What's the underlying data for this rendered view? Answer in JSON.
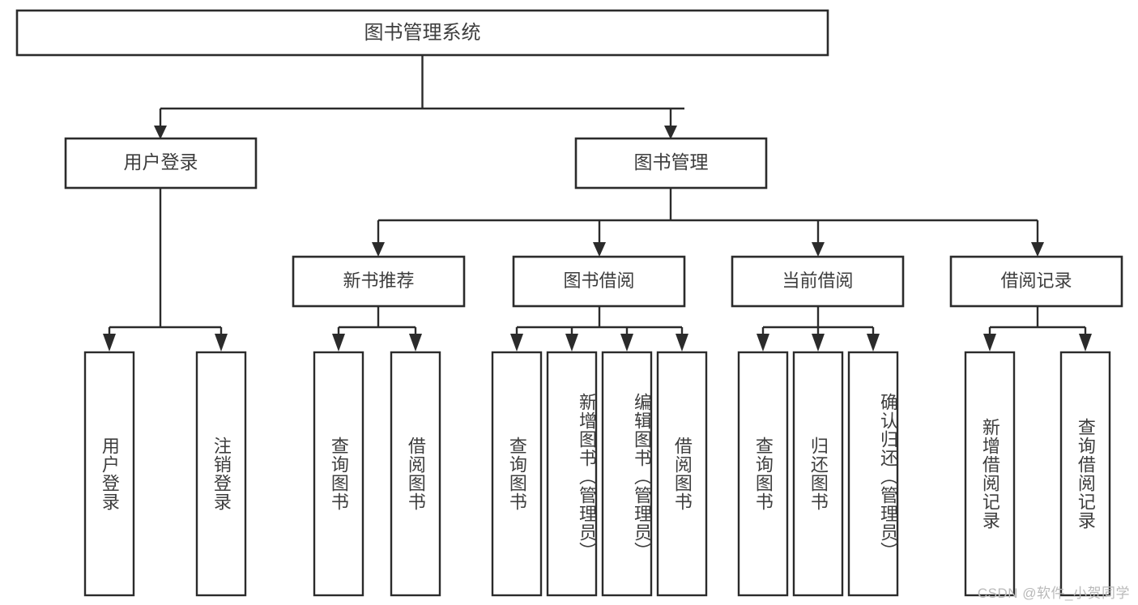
{
  "diagram": {
    "title": "图书管理系统",
    "type": "tree",
    "watermark": "CSDN @软件_小贺同学",
    "colors": {
      "box_stroke": "#2b2b2b",
      "box_fill": "#ffffff",
      "text": "#3d3d3d",
      "connector": "#2b2b2b",
      "watermark": "#b9b9b9",
      "background": "#ffffff"
    },
    "root": {
      "label": "图书管理系统"
    },
    "level2": [
      {
        "label": "用户登录"
      },
      {
        "label": "图书管理"
      }
    ],
    "level3": [
      {
        "label": "新书推荐"
      },
      {
        "label": "图书借阅"
      },
      {
        "label": "当前借阅"
      },
      {
        "label": "借阅记录"
      }
    ],
    "leaves": {
      "user_login": [
        {
          "label": "用户登录"
        },
        {
          "label": "注销登录"
        }
      ],
      "new_book_recommend": [
        {
          "label": "查询图书"
        },
        {
          "label": "借阅图书"
        }
      ],
      "book_borrow": [
        {
          "label": "查询图书"
        },
        {
          "label": "新增图书（管理员）"
        },
        {
          "label": "编辑图书（管理员）"
        },
        {
          "label": "借阅图书"
        }
      ],
      "current_borrow": [
        {
          "label": "查询图书"
        },
        {
          "label": "归还图书"
        },
        {
          "label": "确认归还（管理员）"
        }
      ],
      "borrow_record": [
        {
          "label": "新增借阅记录"
        },
        {
          "label": "查询借阅记录"
        }
      ]
    }
  }
}
